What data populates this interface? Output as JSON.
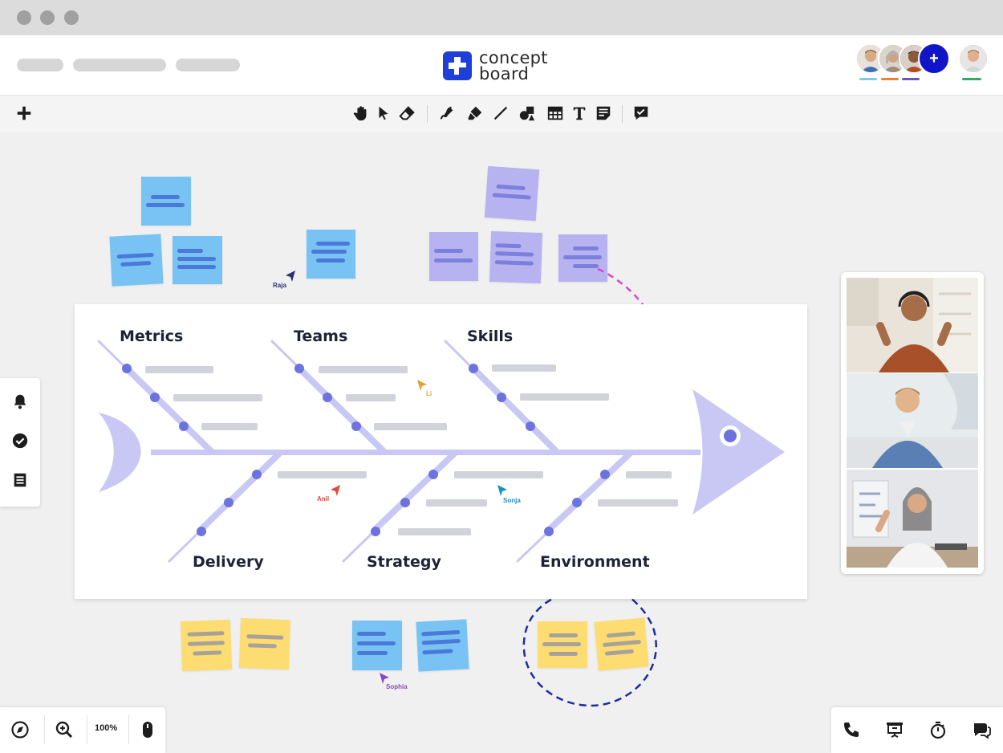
{
  "app": {
    "logo_line1": "concept",
    "logo_line2": "board"
  },
  "header": {
    "add_collaborator": "+"
  },
  "toolbar": {
    "tools": [
      "plus-icon",
      "hand-icon",
      "pointer-icon",
      "eraser-icon",
      "pen-icon",
      "marker-icon",
      "line-icon",
      "shapes-icon",
      "table-icon",
      "text-icon",
      "sticky-note-icon",
      "comment-icon"
    ]
  },
  "sidebar": {
    "icons": [
      "bell-icon",
      "check-circle-icon",
      "list-icon"
    ]
  },
  "cursors": {
    "raja": "Raja",
    "li": "Li",
    "anil": "Anil",
    "sonja": "Sonja",
    "sophia": "Sophia"
  },
  "cursor_colors": {
    "raja": "#2d3170",
    "li": "#e0a431",
    "anil": "#e24a3b",
    "sonja": "#1d8fc7",
    "sophia": "#8a4bb8"
  },
  "fishbone": {
    "categories_top": [
      "Metrics",
      "Teams",
      "Skills"
    ],
    "categories_bottom": [
      "Delivery",
      "Strategy",
      "Environment"
    ]
  },
  "colors": {
    "accent": "#1214c7",
    "logo": "#1e3fd8",
    "fish": "#c9c8f5",
    "node": "#6c73de",
    "connector": "#d947c9",
    "circle": "#1d2ba3"
  },
  "zoom": {
    "level": "100%"
  },
  "bottom_right": {
    "icons": [
      "phone-icon",
      "presentation-icon",
      "timer-icon",
      "chat-icon"
    ]
  }
}
